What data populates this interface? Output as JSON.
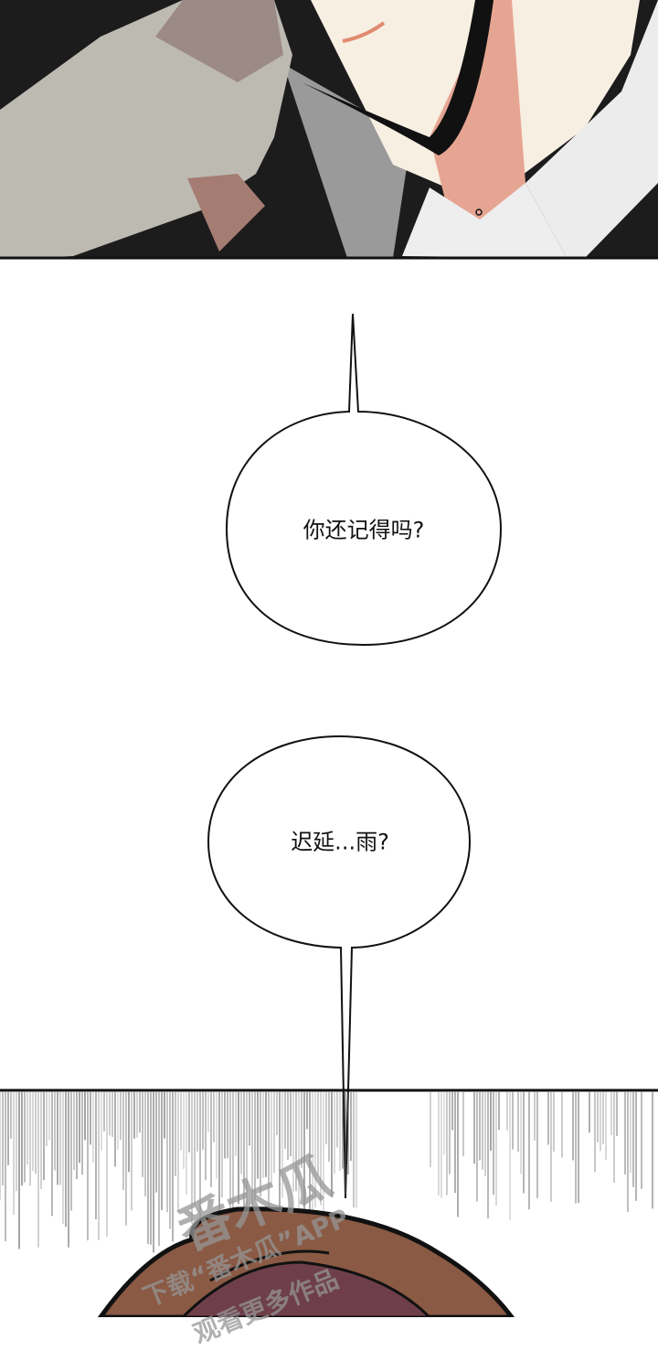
{
  "comic": {
    "bubbles": [
      {
        "text": "你还记得吗?"
      },
      {
        "text": "迟延...雨?"
      }
    ],
    "watermark": {
      "logo_text": "番木瓜",
      "line1": "下载“番木瓜”APP",
      "line2": "观看更多作品"
    },
    "colors": {
      "suit": "#1c1c1c",
      "skin": "#f7efe2",
      "shadow_skin": "#e6a592",
      "hair": "#8a5a44",
      "gray": "#9a9a9a"
    }
  }
}
